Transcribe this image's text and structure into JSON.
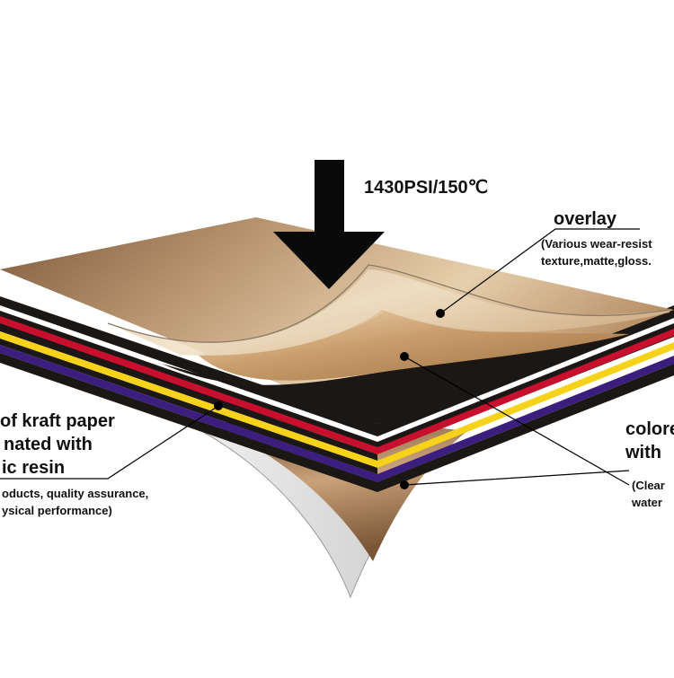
{
  "pressure": {
    "text": "1430PSI/150℃"
  },
  "overlay": {
    "title": "overlay",
    "desc_lines": [
      "(Various wear-resist",
      "texture,matte,gloss."
    ]
  },
  "kraft": {
    "title_lines": [
      "of kraft paper",
      "nated with",
      "ic resin"
    ],
    "desc_lines": [
      "oducts, quality assurance,",
      "ysical performance)"
    ]
  },
  "colored": {
    "title_lines": [
      "colore",
      "with"
    ],
    "desc_lines": [
      "(Clear",
      "water"
    ]
  },
  "colors": {
    "tan": "#caa27a",
    "black": "#1b1715",
    "white": "#ffffff",
    "red": "#c8102e",
    "yellow": "#f7d21a",
    "purple": "#3b1e7e",
    "arrow": "#0a0a0a"
  }
}
